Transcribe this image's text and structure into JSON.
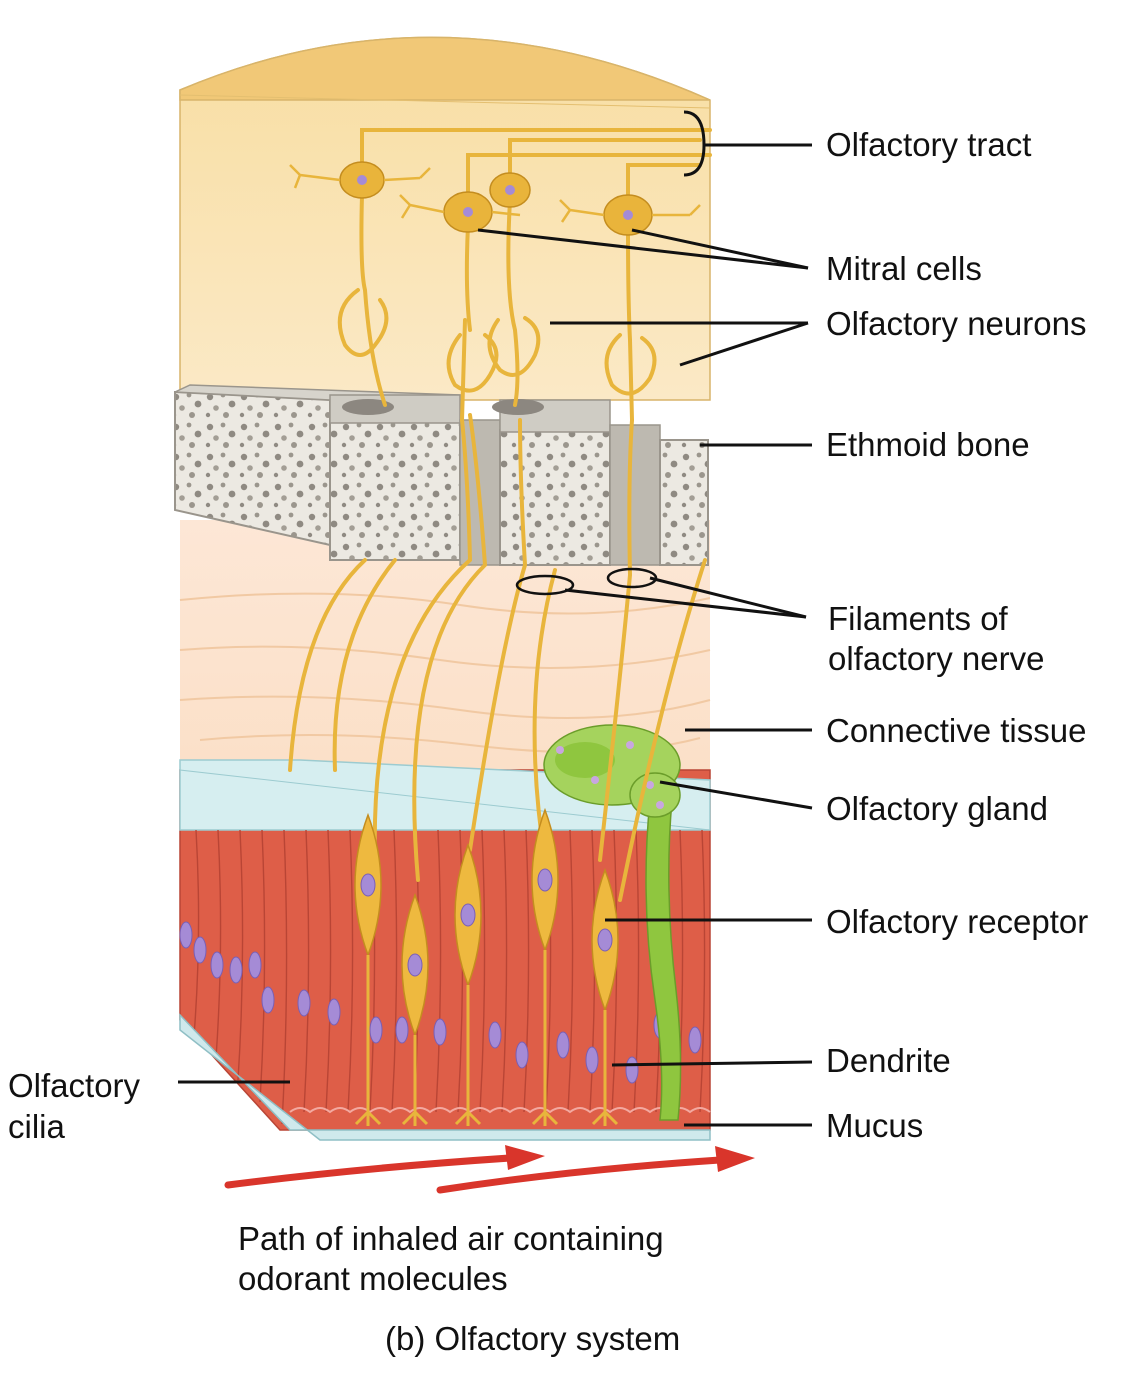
{
  "labels": {
    "olfactory_tract": "Olfactory tract",
    "mitral_cells": "Mitral cells",
    "olfactory_neurons": "Olfactory neurons",
    "ethmoid_bone": "Ethmoid bone",
    "filaments_line1": "Filaments of",
    "filaments_line2": "olfactory nerve",
    "connective_tissue": "Connective tissue",
    "olfactory_gland": "Olfactory gland",
    "olfactory_receptor": "Olfactory receptor",
    "dendrite": "Dendrite",
    "mucus": "Mucus",
    "cilia_line1": "Olfactory",
    "cilia_line2": "cilia"
  },
  "caption": {
    "path_line1": "Path of inhaled air containing",
    "path_line2": "odorant molecules",
    "title": "(b) Olfactory system"
  },
  "colors": {
    "bulb": "#f7dc9c",
    "bulb_top": "#f0c774",
    "neuron": "#e9b43b",
    "bone": "#dcdad5",
    "connective": "#fbe3cc",
    "epithelium": "#e0604a",
    "gland": "#8fc63f",
    "nucleus": "#a58bd6",
    "mucus": "#cfe9ec",
    "arrow": "#d9352b"
  }
}
